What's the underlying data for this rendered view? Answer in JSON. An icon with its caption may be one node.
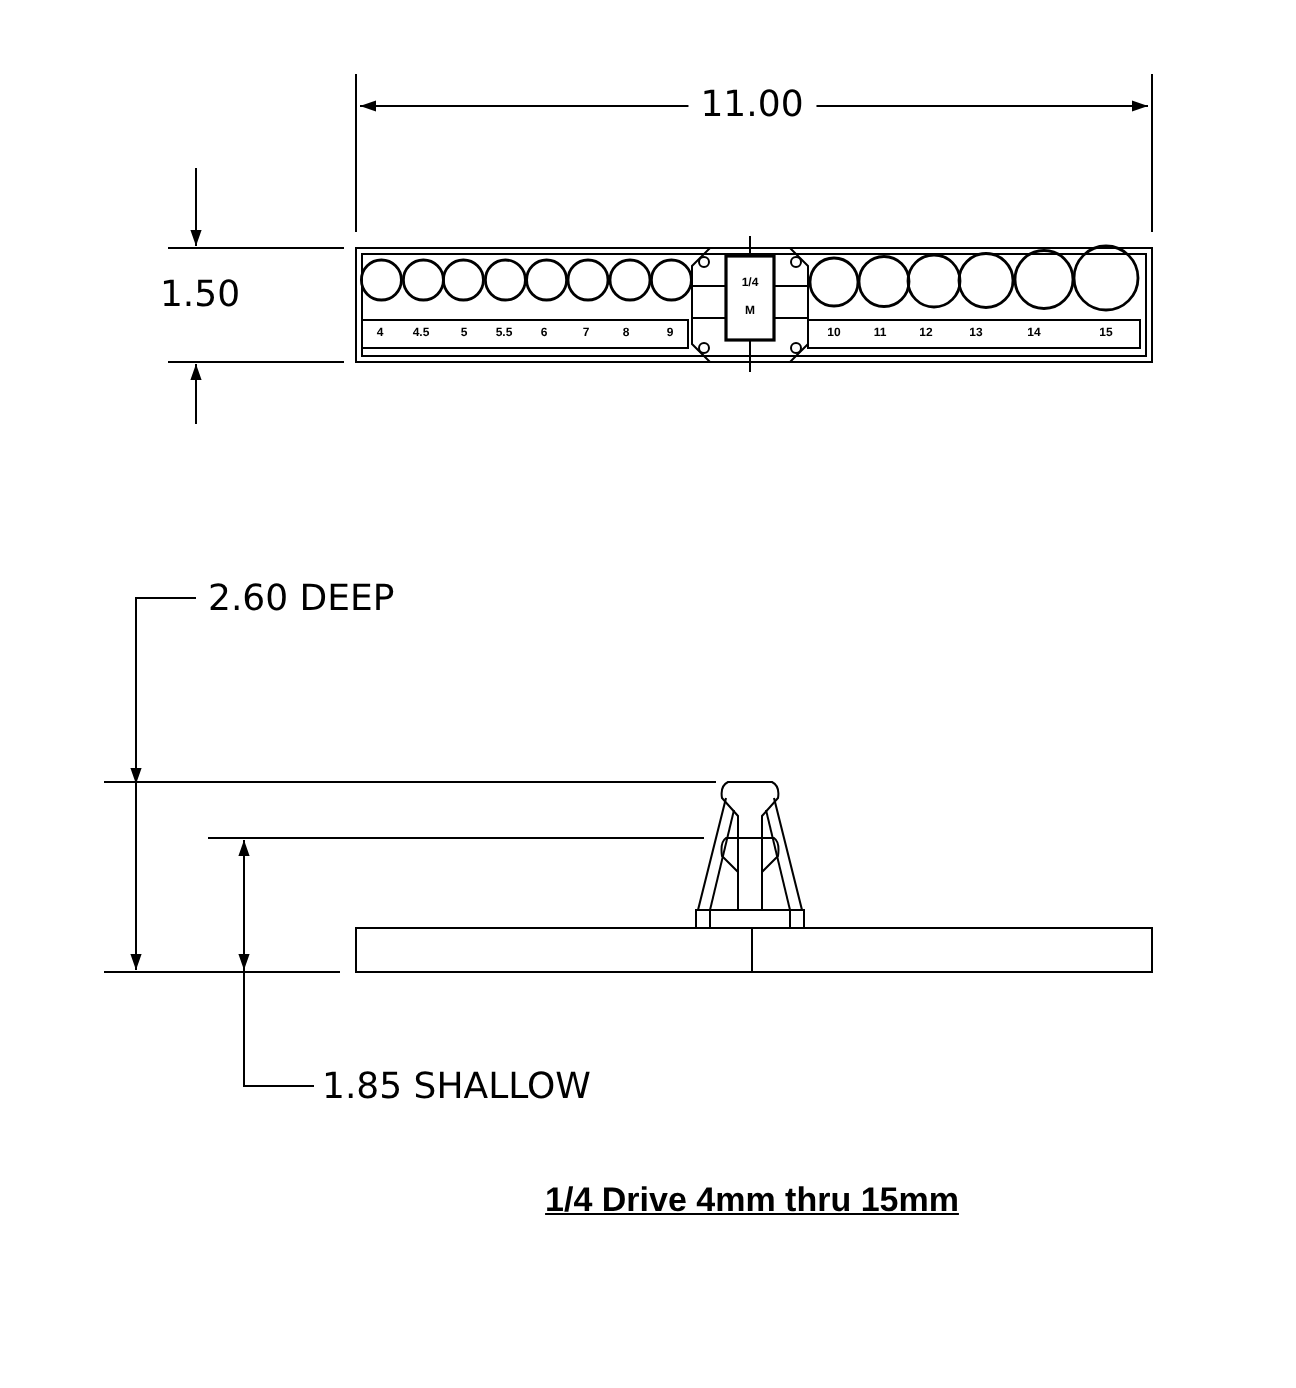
{
  "diagram": {
    "title": "1/4 Drive 4mm thru 15mm",
    "labels": [
      "11.00",
      "1.50",
      "4",
      "4.5",
      "5",
      "5.5",
      "6",
      "7",
      "8",
      "9",
      "1/4",
      "M",
      "10",
      "11",
      "12",
      "13",
      "14",
      "15",
      "2.60 DEEP",
      "1.85 SHALLOW"
    ]
  }
}
